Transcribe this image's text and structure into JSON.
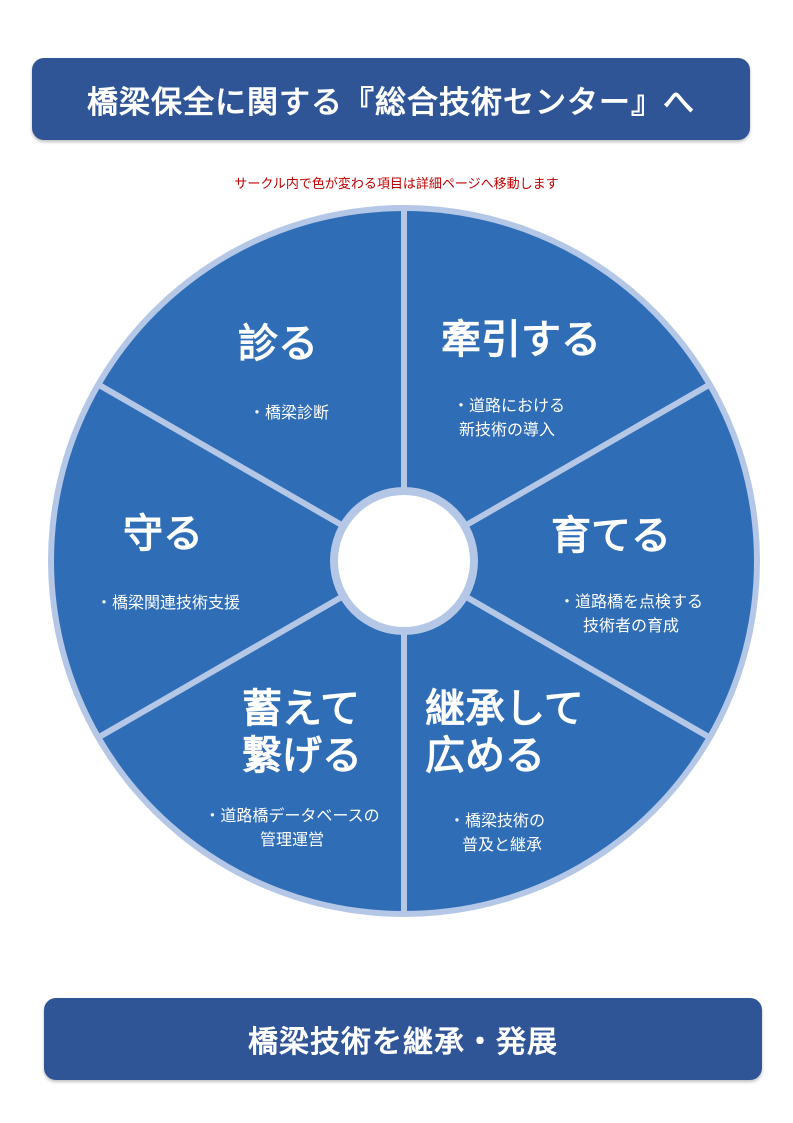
{
  "header": {
    "title": "橋梁保全に関する『総合技術センター』へ"
  },
  "instruction": "サークル内で色が変わる項目は詳細ページへ移動します",
  "wheel": {
    "segments": [
      {
        "title": [
          "診る"
        ],
        "items": [
          "・橋梁診断"
        ]
      },
      {
        "title": [
          "牽引する"
        ],
        "items": [
          "・道路における",
          "新技術の導入"
        ]
      },
      {
        "title": [
          "育てる"
        ],
        "items": [
          "・道路橋を点検する",
          "技術者の育成"
        ]
      },
      {
        "title": [
          "継承して",
          "広める"
        ],
        "items": [
          "・橋梁技術の",
          "普及と継承"
        ]
      },
      {
        "title": [
          "蓄えて",
          "繋げる"
        ],
        "items": [
          "・道路橋データベースの",
          "管理運営"
        ]
      },
      {
        "title": [
          "守る"
        ],
        "items": [
          "・橋梁関連技術支援"
        ]
      }
    ]
  },
  "footer": {
    "title": "橋梁技術を継承・発展"
  },
  "colors": {
    "banner": "#2f5597",
    "segment": "#2f6db6",
    "ring": "#b4c7e7",
    "instruction": "#c00000"
  }
}
